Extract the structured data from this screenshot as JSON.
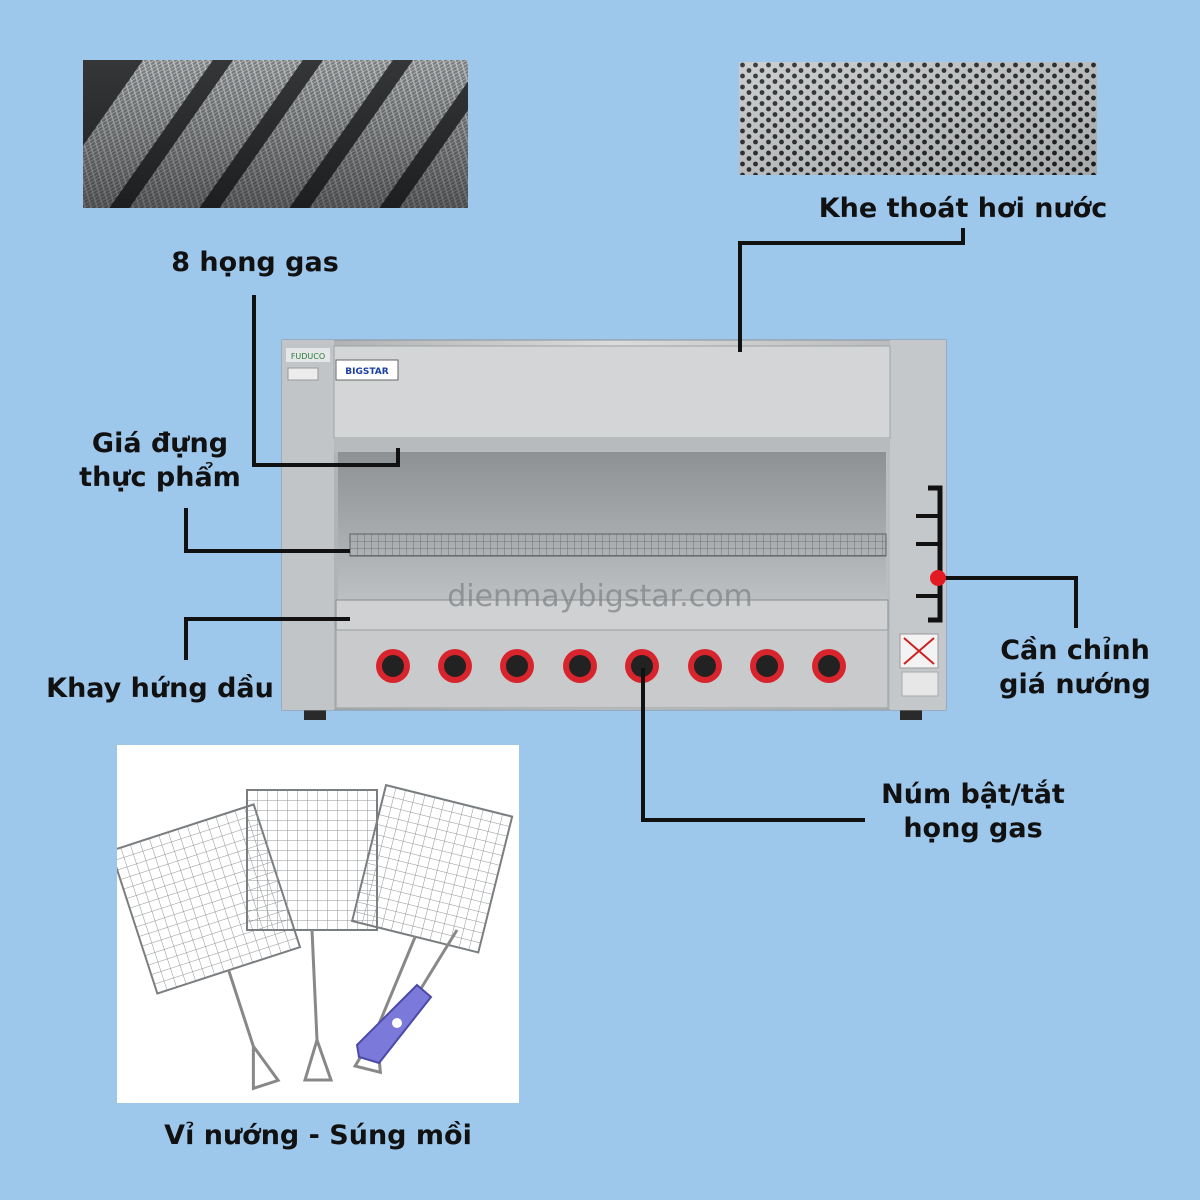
{
  "labels": {
    "burners": "8 họng gas",
    "steam_vent": "Khe thoát hơi nước",
    "rack_line1": "Giá đựng",
    "rack_line2": "thực phẩm",
    "drip_tray": "Khay hứng dầu",
    "adjust_line1": "Cần chỉnh",
    "adjust_line2": "giá nướng",
    "knob_line1": "Núm bật/tắt",
    "knob_line2": "họng gas",
    "accessories": "Vỉ nướng -  Súng mồi"
  },
  "machine": {
    "brand_small": "FUDUCO",
    "brand_plate": "BIGSTAR",
    "watermark": "dienmaybigstar.com",
    "knob_count": 8
  },
  "colors": {
    "background": "#9ec7ec",
    "leader_line": "#111111",
    "knob_red": "#d8242c",
    "steel": "#c9cbcd"
  }
}
